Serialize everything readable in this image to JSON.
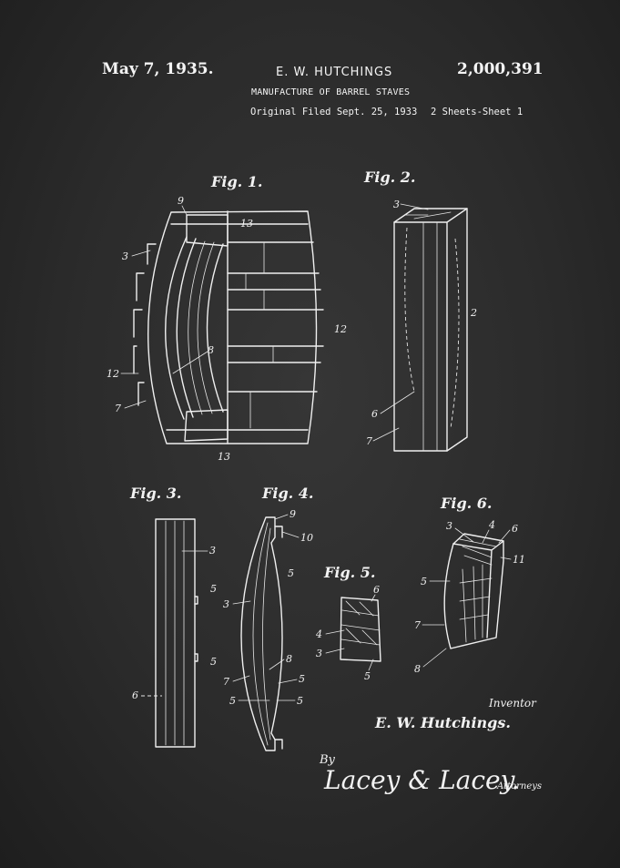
{
  "header": {
    "date": "May 7, 1935.",
    "inventor": "E. W. HUTCHINGS",
    "patent_number": "2,000,391",
    "title": "MANUFACTURE OF BARREL STAVES",
    "filed": "Original Filed Sept. 25, 1933",
    "sheets": "2 Sheets-Sheet 1"
  },
  "figures": {
    "fig1": "Fig. 1.",
    "fig2": "Fig. 2.",
    "fig3": "Fig. 3.",
    "fig4": "Fig. 4.",
    "fig5": "Fig. 5.",
    "fig6": "Fig. 6."
  },
  "labels": {
    "fig1": [
      "9",
      "13",
      "3",
      "12",
      "8",
      "12",
      "7",
      "13"
    ],
    "fig2": [
      "3",
      "2",
      "6",
      "7"
    ],
    "fig3": [
      "3",
      "5",
      "5",
      "6"
    ],
    "fig4": [
      "9",
      "10",
      "5",
      "3",
      "8",
      "7",
      "5",
      "5",
      "5"
    ],
    "fig5": [
      "6",
      "4",
      "3",
      "5"
    ],
    "fig6": [
      "3",
      "4",
      "6",
      "11",
      "5",
      "7",
      "8"
    ]
  },
  "signature": {
    "inventor_caption": "Inventor",
    "inventor_signature": "E. W. Hutchings.",
    "by": "By",
    "attorneys_signature": "Lacey & Lacey.",
    "attorneys_caption": "Attorneys"
  }
}
